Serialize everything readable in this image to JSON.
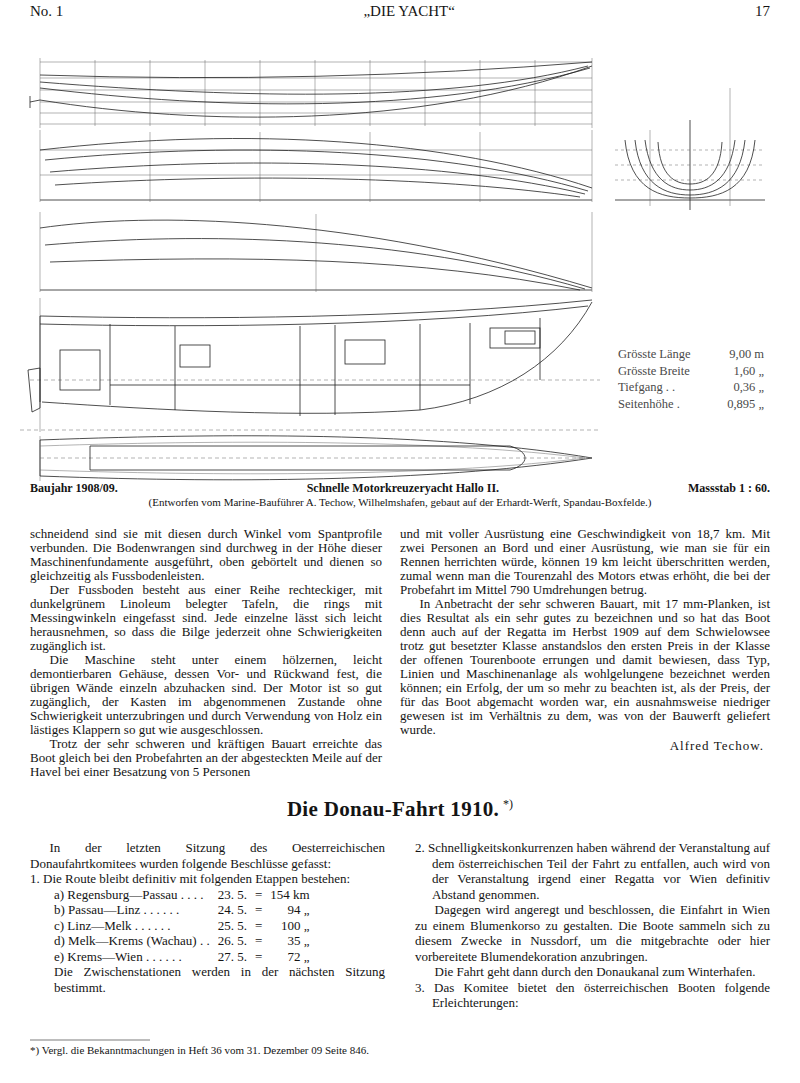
{
  "diagram": {
    "title": "Die Donau-Fahrt 1910.",
    "labels": [
      "No. 1",
      "„DIE YACHT“",
      "17",
      "Grösste Länge",
      "9,00 m",
      "Grösste Breite",
      "1,60 „",
      "Tiefgang . .",
      "0,36 „",
      "Seitenhöhe .",
      "0,895 „",
      "Baujahr 1908/09.",
      "Schnelle Motorkreuzeryacht Hallo II.",
      "Massstab 1 : 60.",
      "(Entworfen vom Marine-Bauführer A. Techow, Wilhelmshafen, gebaut auf der Erhardt-Werft, Spandau-Boxfelde.)",
      "schneidend sind sie mit diesen durch Winkel vom Spantprofile verbunden. Die Bodenwrangen sind durchweg in der Höhe dieser Maschinenfundamente ausgeführt, oben gebörtelt und dienen so gleichzeitig als Fussbodenleisten.",
      "Der Fussboden besteht aus einer Reihe rechteckiger, mit dunkelgrünem Linoleum belegter Tafeln, die rings mit Messingwinkeln eingefasst sind. Jede einzelne lässt sich leicht herausnehmen, so dass die Bilge jederzeit ohne Schwierigkeiten zugänglich ist.",
      "Die Maschine steht unter einem hölzernen, leicht demontierbaren Gehäuse, dessen Vor- und Rückwand fest, die übrigen Wände einzeln abzuhacken sind. Der Motor ist so gut zugänglich, der Kasten im abgenommenen Zustande ohne Schwierigkeit unterzubringen und durch Verwendung von Holz ein lästiges Klappern so gut wie ausgeschlossen.",
      "Trotz der sehr schweren und kräftigen Bauart erreichte das Boot gleich bei den Probefahrten an der abgesteckten Meile auf der Havel bei einer Besatzung von 5 Personen",
      "und mit voller Ausrüstung eine Geschwindigkeit von 18,7 km. Mit zwei Personen an Bord und einer Ausrüstung, wie man sie für ein Rennen herrichten würde, können 19 km leicht überschritten werden, zumal wenn man die Tourenzahl des Motors etwas erhöht, die bei der Probefahrt im Mittel 790 Umdrehungen betrug.",
      "In Anbetracht der sehr schweren Bauart, mit 17 mm-Planken, ist dies Resultat als ein sehr gutes zu bezeichnen und so hat das Boot denn auch auf der Regatta im Herbst 1909 auf dem Schwielowsee trotz gut besetzter Klasse anstandslos den ersten Preis in der Klasse der offenen Tourenboote errungen und damit bewiesen, dass Typ, Linien und Maschinenanlage als wohlgelungene bezeichnet werden können; ein Erfolg, der um so mehr zu beachten ist, als der Preis, der für das Boot abgemacht worden war, ein ausnahmsweise niedriger gewesen ist im Verhältnis zu dem, was von der Bauwerft geliefert wurde.",
      "Alfred Techow.",
      "*)",
      "In der letzten Sitzung des Oesterreichischen Donaufahrtkomitees wurden folgende Beschlüsse gefasst:",
      "1. Die Route bleibt definitiv mit folgenden Etappen bestehen:",
      "a) Regensburg—Passau . . . .",
      "23. 5.",
      "=",
      "154 km",
      "b) Passau—Linz . . . . . .",
      "24. 5.",
      "=",
      "94 „",
      "c) Linz—Melk . . . . . .",
      "25. 5.",
      "=",
      "100 „",
      "d) Melk—Krems (Wachau) . .",
      "26. 5.",
      "=",
      "35 „",
      "e) Krems—Wien . . . . . .",
      "27. 5.",
      "=",
      "72 „",
      "Die Zwischenstationen werden in der nächsten Sitzung bestimmt.",
      "*) Vergl. die Bekanntmachungen in Heft 36 vom 31. Dezember 09 Seite 846.",
      "2. Schnelligkeitskonkurrenzen haben während der Veranstaltung auf dem österreichischen Teil der Fahrt zu entfallen, auch wird von der Veranstaltung irgend einer Regatta vor Wien definitiv Abstand genommen.",
      "Dagegen wird angeregt und beschlossen, die Einfahrt in Wien zu einem Blumenkorso zu gestalten. Die Boote sammeln sich zu diesem Zwecke in Nussdorf, um die mitgebrachte oder hier vorbereitete Blumendekoration anzubringen.",
      "Die Fahrt geht dann durch den Donaukanal zum Winterhafen.",
      "3. Das Komitee bietet den österreichischen Booten folgende Erleichterungen:"
    ]
  }
}
